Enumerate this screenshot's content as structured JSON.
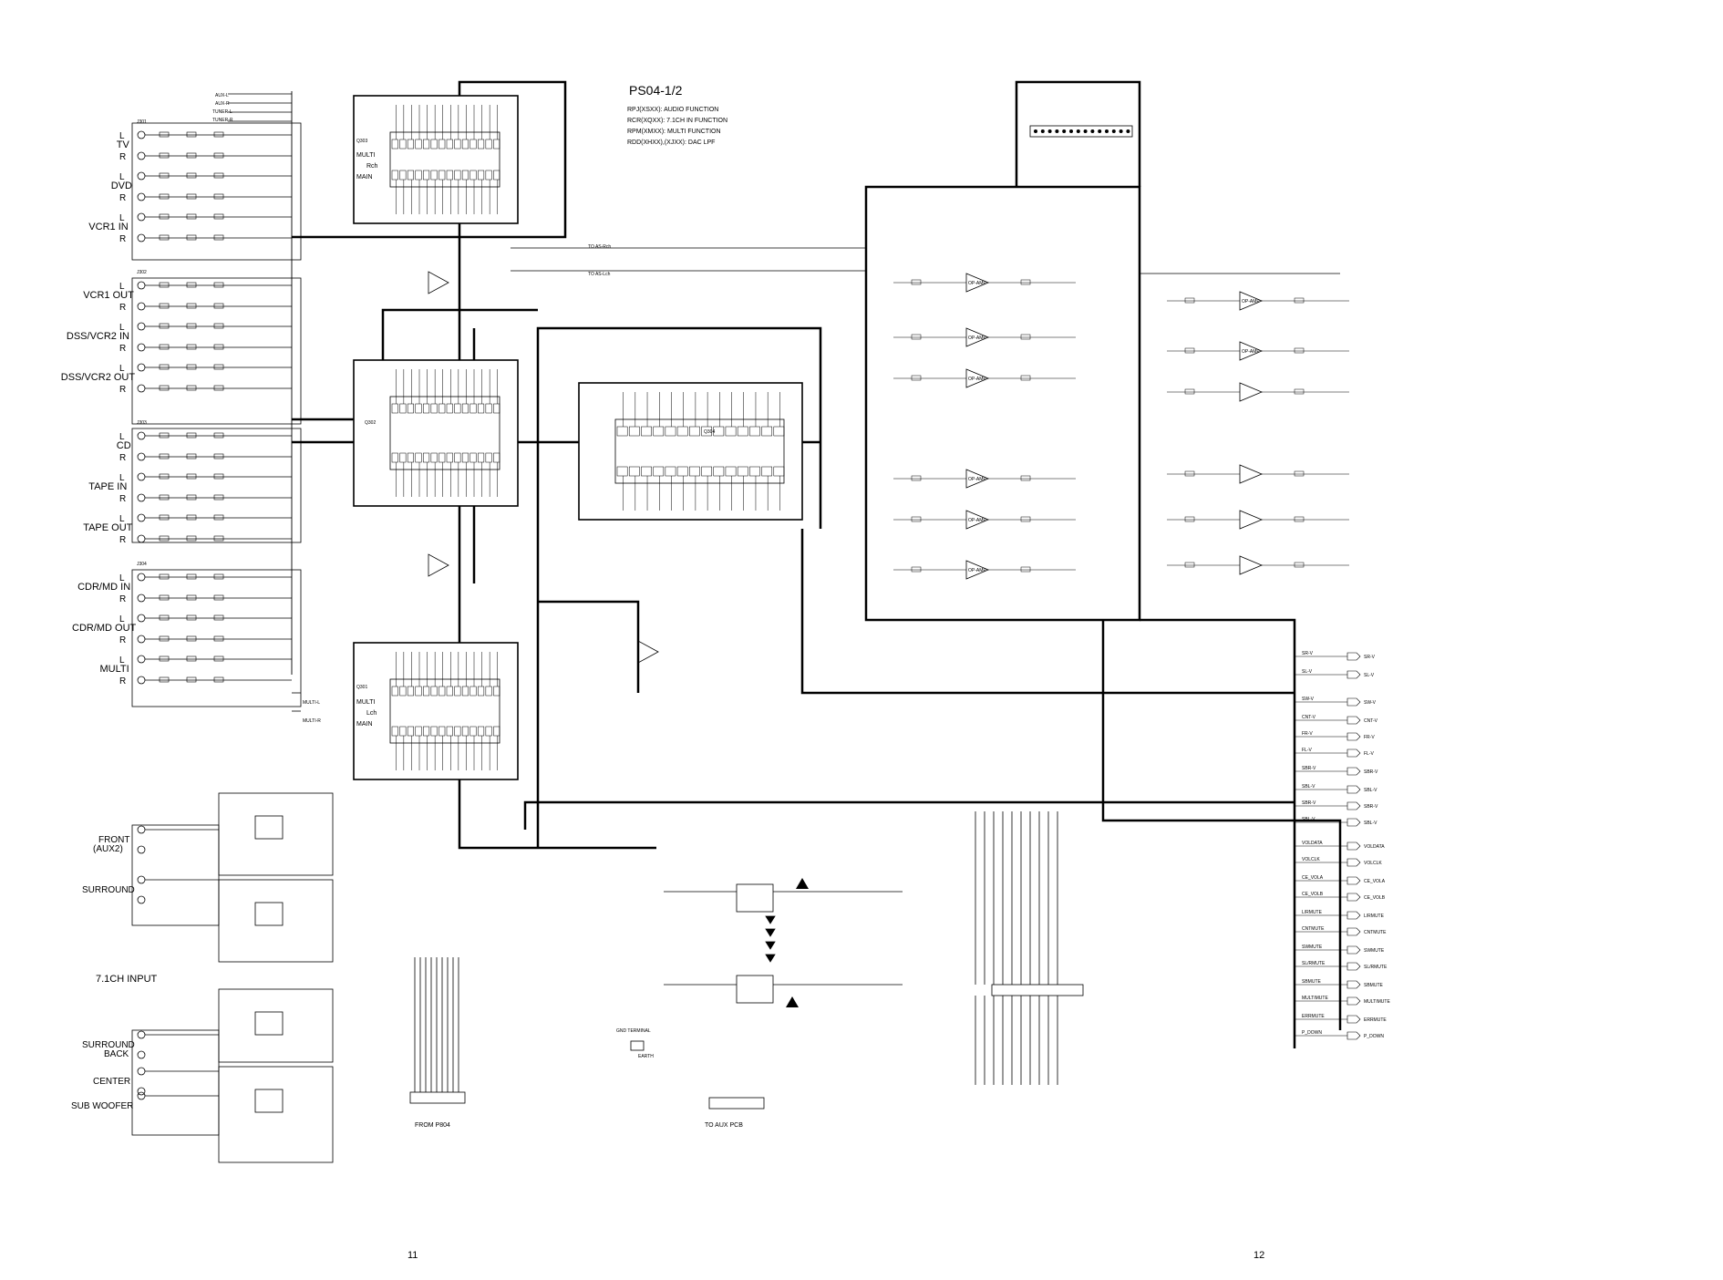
{
  "title": "PS04-1/2",
  "notes": [
    "RPJ(XSXX): AUDIO FUNCTION",
    "RCR(XQXX): 7.1CH IN FUNCTION",
    "RPM(XMXX): MULTI FUNCTION",
    "RDD(XHXX),(XJXX): DAC LPF"
  ],
  "inputs": [
    {
      "name": "TV",
      "jack": "J301"
    },
    {
      "name": "DVD",
      "jack": ""
    },
    {
      "name": "VCR1 IN",
      "jack": ""
    },
    {
      "name": "VCR1 OUT",
      "jack": "J302"
    },
    {
      "name": "DSS/VCR2 IN",
      "jack": ""
    },
    {
      "name": "DSS/VCR2 OUT",
      "jack": ""
    },
    {
      "name": "CD",
      "jack": "J303"
    },
    {
      "name": "TAPE IN",
      "jack": ""
    },
    {
      "name": "TAPE OUT",
      "jack": ""
    },
    {
      "name": "CDR/MD IN",
      "jack": "J304"
    },
    {
      "name": "CDR/MD OUT",
      "jack": ""
    },
    {
      "name": "MULTI",
      "jack": ""
    }
  ],
  "ch71": {
    "title": "7.1CH INPUT",
    "inputs": [
      "FRONT\n(AUX2)",
      "SURROUND",
      "SURROUND\nBACK",
      "CENTER",
      "SUB WOOFER"
    ]
  },
  "lr": [
    "L",
    "R"
  ],
  "ic_labels": {
    "rch_main": [
      "MULTI",
      "Rch",
      "MAIN"
    ],
    "lch_main": [
      "MULTI",
      "Lch",
      "MAIN"
    ],
    "q303": "Q303",
    "q301": "Q301",
    "q302": "Q302",
    "q304": "Q304"
  },
  "bus_labels": {
    "top_in": [
      "AUX-L",
      "AUX-R",
      "TUNER-L",
      "TUNER-R"
    ],
    "multi_out": [
      "MULTI-L",
      "MULTI-R"
    ],
    "mid": [
      "TO AS-Rch",
      "TO AS-Lch"
    ]
  },
  "right_outputs": [
    "SR-V",
    "SL-V",
    "SW-V",
    "CNT-V",
    "FR-V",
    "FL-V",
    "SBR-V",
    "SBL-V",
    "SBR-V",
    "SBL-V",
    "VOLDATA",
    "VOLCLK",
    "CE_VOLA",
    "CE_VOLB",
    "L/RMUTE",
    "CNTMUTE",
    "SWMUTE",
    "SL/RMUTE",
    "SBMUTE",
    "MULTIMUTE",
    "ERRMUTE",
    "P_DOWN"
  ],
  "opamp_labels": [
    "OP-AMP",
    "OP-AMP",
    "OP-AMP",
    "OP-AMP",
    "OP-AMP",
    "OP-AMP",
    "OP-AMP",
    "OP-AMP"
  ],
  "bottom_labels": {
    "from_p804": "FROM P804",
    "to_aux": "TO AUX PCB",
    "j302": "J302",
    "j304": "J304",
    "gnd_terminal": "GND TERMINAL",
    "earth": "EARTH"
  },
  "page_numbers": [
    "11",
    "12"
  ]
}
